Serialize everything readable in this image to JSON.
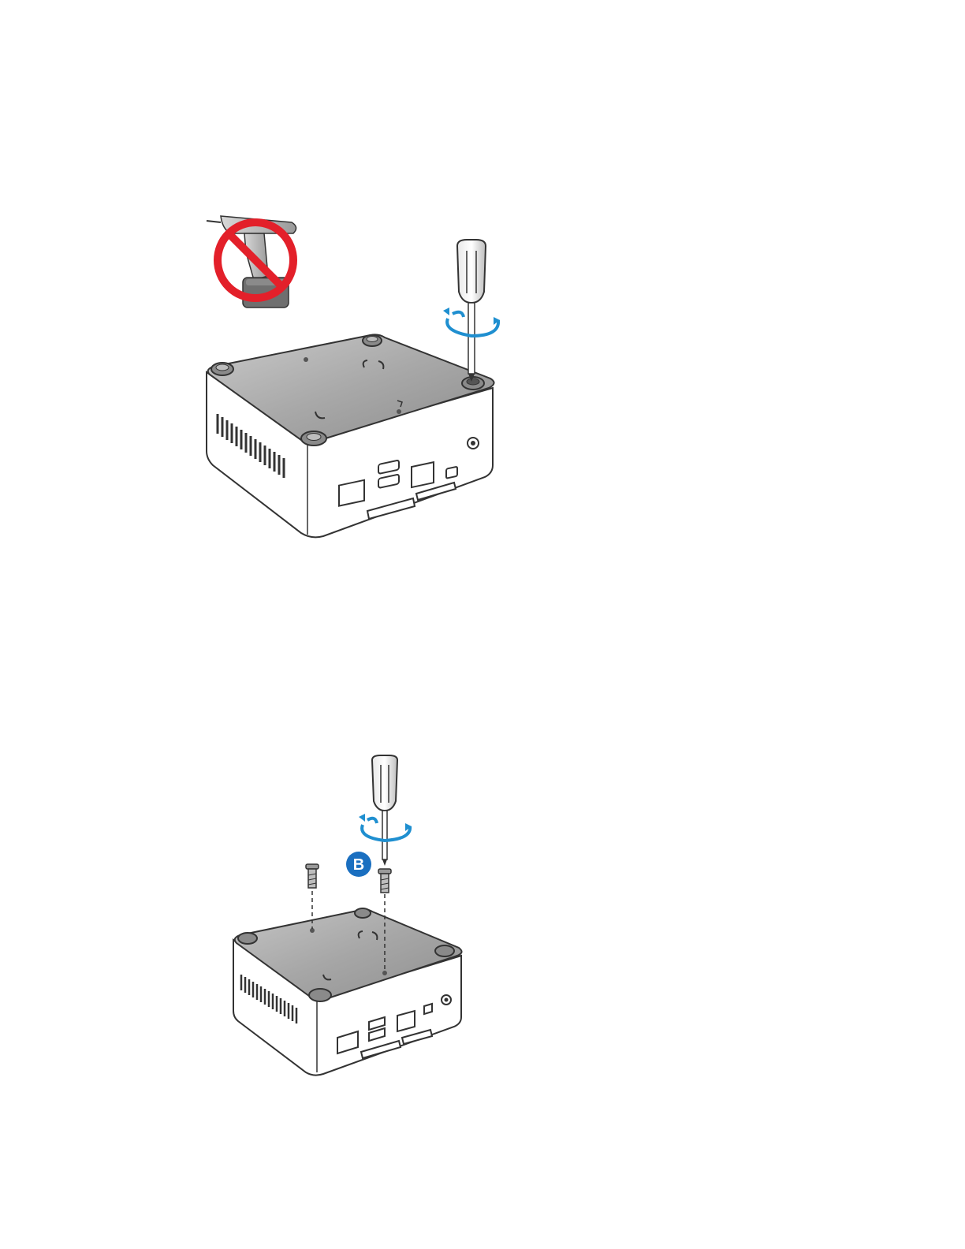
{
  "figures": [
    {
      "id": "fig1",
      "elements": [
        "no-power-drill-icon",
        "screwdriver-icon",
        "rotation-arrow-icon",
        "mini-pc-chassis",
        "rubber-foot-screw"
      ]
    },
    {
      "id": "fig2",
      "callout_label": "B",
      "elements": [
        "screwdriver-icon",
        "rotation-arrow-icon",
        "mounting-screw-icon",
        "mini-pc-chassis"
      ]
    }
  ],
  "colors": {
    "prohibit_red": "#e3202a",
    "rotation_blue": "#1f8fd0",
    "callout_blue": "#1a6fc0",
    "outline": "#333333",
    "lid_gray": "#9a9a9a",
    "body_white": "#ffffff"
  }
}
